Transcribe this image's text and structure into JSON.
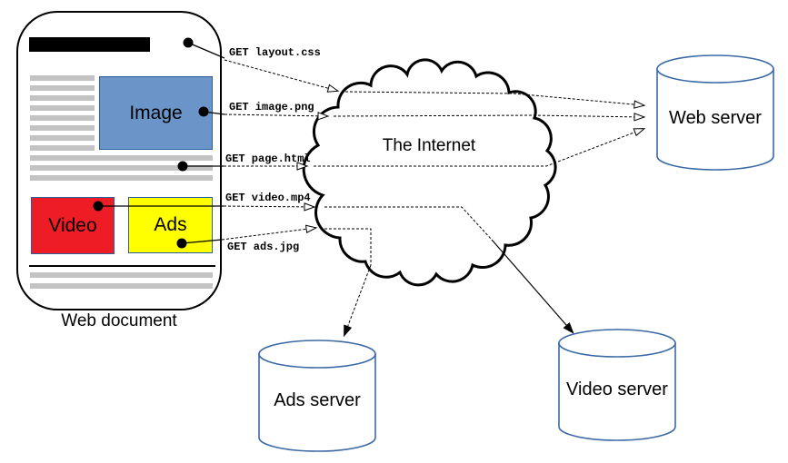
{
  "document": {
    "label": "Web document",
    "image_label": "Image",
    "video_label": "Video",
    "ads_label": "Ads"
  },
  "requests": [
    {
      "label": "GET layout.css"
    },
    {
      "label": "GET image.png"
    },
    {
      "label": "GET page.html"
    },
    {
      "label": "GET video.mp4"
    },
    {
      "label": "GET ads.jpg"
    }
  ],
  "cloud": {
    "label": "The Internet"
  },
  "servers": [
    {
      "label": "Web server"
    },
    {
      "label": "Ads server"
    },
    {
      "label": "Video server"
    }
  ],
  "colors": {
    "image_box": "#6b95c9",
    "video_box": "#ee1c25",
    "ads_box": "#ffff00",
    "box_border": "#2e5d9e",
    "cylinder_stroke": "#3b69a6",
    "placeholder_gray": "#c3c3c3",
    "line_color": "#000000"
  }
}
